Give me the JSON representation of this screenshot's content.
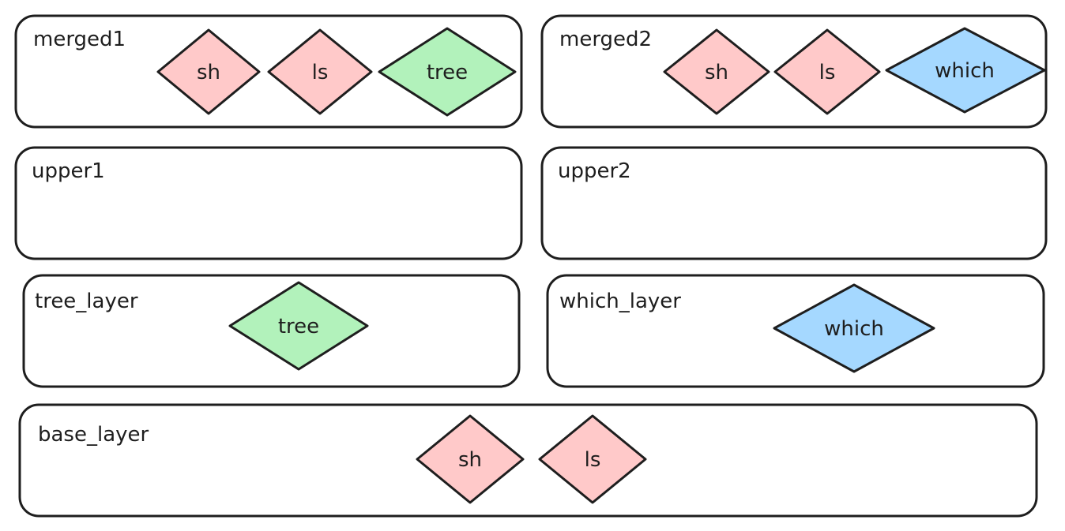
{
  "colors": {
    "outline": "#1e1e1e",
    "background": "#ffffff",
    "sh": "#ffc9c9",
    "ls": "#ffc9c9",
    "tree": "#b2f2bb",
    "which": "#a5d8ff"
  },
  "layers": {
    "merged1": {
      "label": "merged1",
      "items": [
        {
          "label": "sh",
          "color": "#ffc9c9"
        },
        {
          "label": "ls",
          "color": "#ffc9c9"
        },
        {
          "label": "tree",
          "color": "#b2f2bb"
        }
      ]
    },
    "merged2": {
      "label": "merged2",
      "items": [
        {
          "label": "sh",
          "color": "#ffc9c9"
        },
        {
          "label": "ls",
          "color": "#ffc9c9"
        },
        {
          "label": "which",
          "color": "#a5d8ff"
        }
      ]
    },
    "upper1": {
      "label": "upper1",
      "items": []
    },
    "upper2": {
      "label": "upper2",
      "items": []
    },
    "tree_layer": {
      "label": "tree_layer",
      "items": [
        {
          "label": "tree",
          "color": "#b2f2bb"
        }
      ]
    },
    "which_layer": {
      "label": "which_layer",
      "items": [
        {
          "label": "which",
          "color": "#a5d8ff"
        }
      ]
    },
    "base_layer": {
      "label": "base_layer",
      "items": [
        {
          "label": "sh",
          "color": "#ffc9c9"
        },
        {
          "label": "ls",
          "color": "#ffc9c9"
        }
      ]
    }
  }
}
